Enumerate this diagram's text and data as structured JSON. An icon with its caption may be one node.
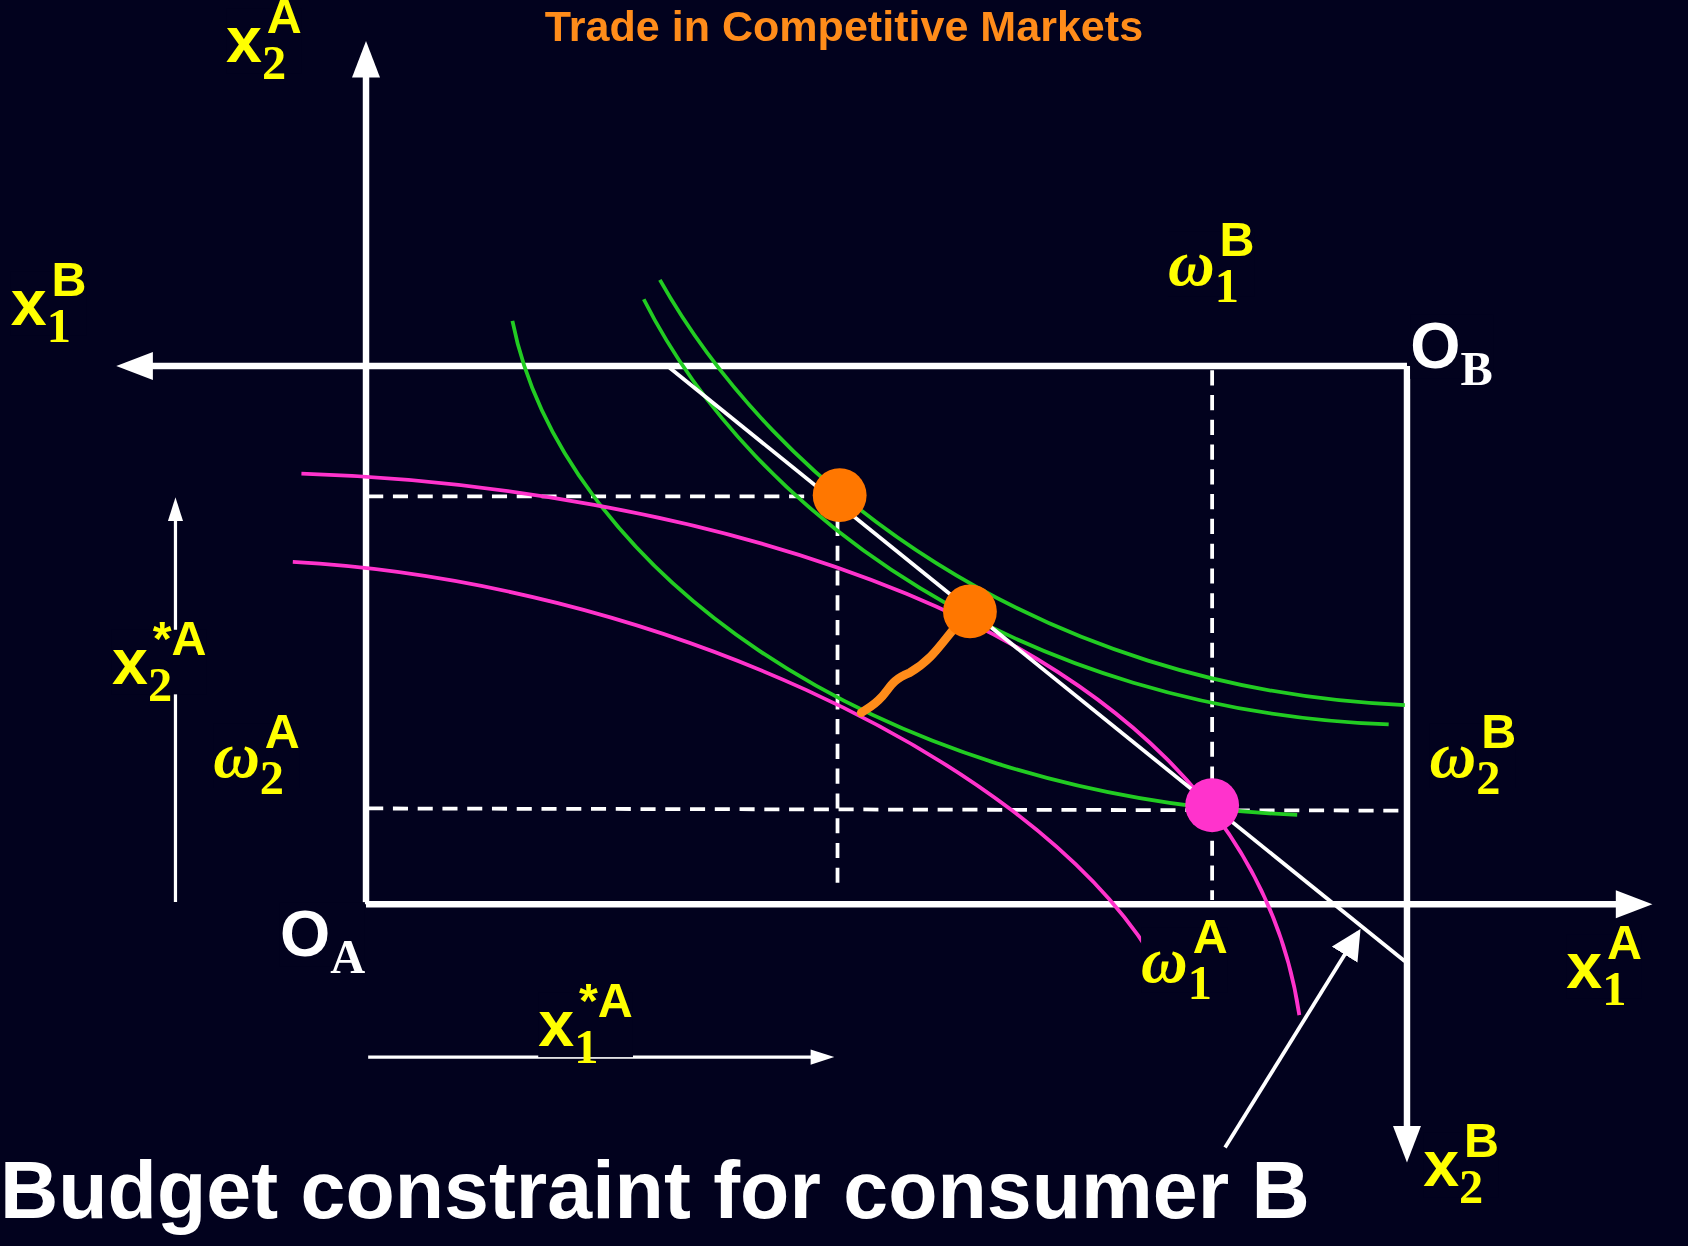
{
  "diagram": {
    "title": "Trade in Competitive Markets",
    "nodes": [
      {
        "text": [
          "Budget constraint for consumer B"
        ]
      },
      {
        "text": [],
        "shape": "line"
      }
    ],
    "edges": [
      {
        "from": 0,
        "to": 1,
        "arrow": "to"
      }
    ],
    "labels": [
      "x$_{2}$$^{A}$",
      "ω$_{1}$$^{B}$",
      "x$_{1}$$^{B}$",
      "O$_{B}$",
      "x$_{2}$$^{*A}$",
      "ω$_{2}$$^{A}$",
      "ω$_{2}$$^{B}$",
      "O$_{A}$",
      "ω$_{1}$$^{A}$",
      "x$_{1}$$^{A}$",
      "x$_{1}$$^{*A}$",
      "x$_{2}$$^{B}$"
    ]
  }
}
